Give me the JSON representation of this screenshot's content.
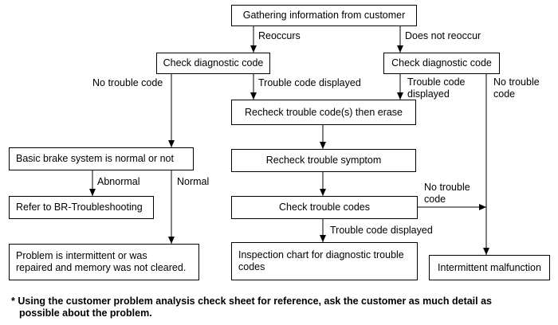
{
  "boxes": {
    "gather": "Gathering information from customer",
    "check_left": "Check diagnostic code",
    "check_right": "Check diagnostic code",
    "recheck_erase": "Recheck trouble code(s) then erase",
    "basic_brake": "Basic brake system is normal or not",
    "recheck_symptom": "Recheck trouble symptom",
    "refer_br": "Refer to BR-Troubleshooting",
    "check_codes": "Check trouble codes",
    "problem_line1": "Problem is intermittent or was",
    "problem_line2": "repaired and memory was not cleared.",
    "inspection_line1": "Inspection chart for diagnostic trouble",
    "inspection_line2": "codes",
    "intermittent": "Intermittent malfunction"
  },
  "labels": {
    "reoccurs": "Reoccurs",
    "does_not_reoccur": "Does not reoccur",
    "no_trouble_code_left": "No trouble code",
    "trouble_code_displayed_mid": "Trouble code displayed",
    "trouble_code_right_1": "Trouble code",
    "trouble_code_right_2": "displayed",
    "no_trouble_right_1": "No trouble",
    "no_trouble_right_2": "code",
    "abnormal": "Abnormal",
    "normal": "Normal",
    "no_trouble_mid_1": "No trouble",
    "no_trouble_mid_2": "code",
    "trouble_code_displayed_bottom": "Trouble code displayed"
  },
  "footnote": {
    "line1": "* Using the customer problem analysis check sheet for reference, ask the customer as much detail as",
    "line2": "possible about the problem."
  }
}
